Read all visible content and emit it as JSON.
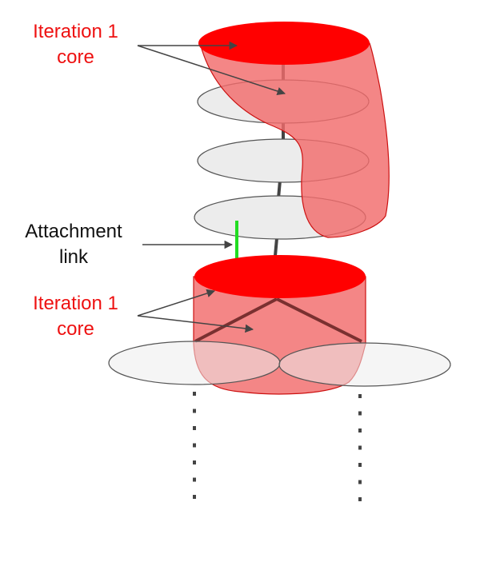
{
  "labels": {
    "top_core": {
      "line1": "Iteration 1",
      "line2": "core"
    },
    "attachment": {
      "line1": "Attachment",
      "line2": "link"
    },
    "bottom_core": {
      "line1": "Iteration 1",
      "line2": "core"
    }
  },
  "colors": {
    "core_fill": "#ff0000",
    "core_body": "#f26b6b",
    "disk_fill": "#ececec",
    "disk_stroke": "#555555",
    "axis": "#444444",
    "attachment_link": "#22dd22",
    "label_red": "#ee1111",
    "label_black": "#111111"
  }
}
